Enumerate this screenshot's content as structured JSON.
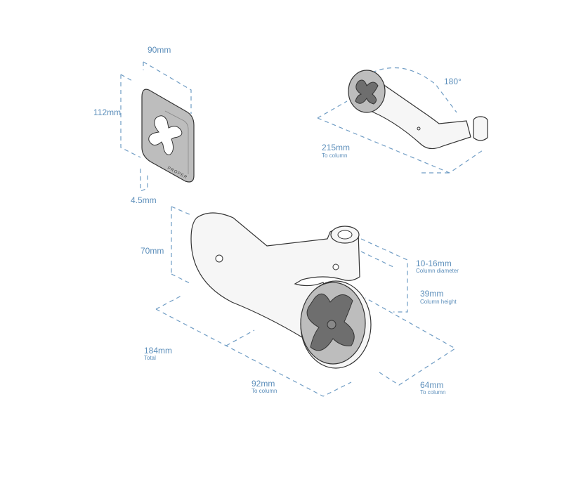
{
  "colors": {
    "dimension": "#6f9cc4",
    "label": "#5d8fbb",
    "part": "#ececec",
    "pad": "#bdbdbd",
    "cross": "#6e6e6e"
  },
  "plate": {
    "width": "90mm",
    "height": "112mm",
    "thickness": "4.5mm",
    "logo": "PROPER"
  },
  "arm_rotation": {
    "angle": "180°",
    "length": "215mm",
    "length_note": "To column"
  },
  "mount": {
    "height": "70mm",
    "column_diameter": "10-16mm",
    "column_diameter_note": "Column diameter",
    "column_height": "39mm",
    "column_height_note": "Column height",
    "total": "184mm",
    "total_note": "Total",
    "to_column": "92mm",
    "to_column_note": "To column",
    "depth": "64mm",
    "depth_note": "To column"
  }
}
